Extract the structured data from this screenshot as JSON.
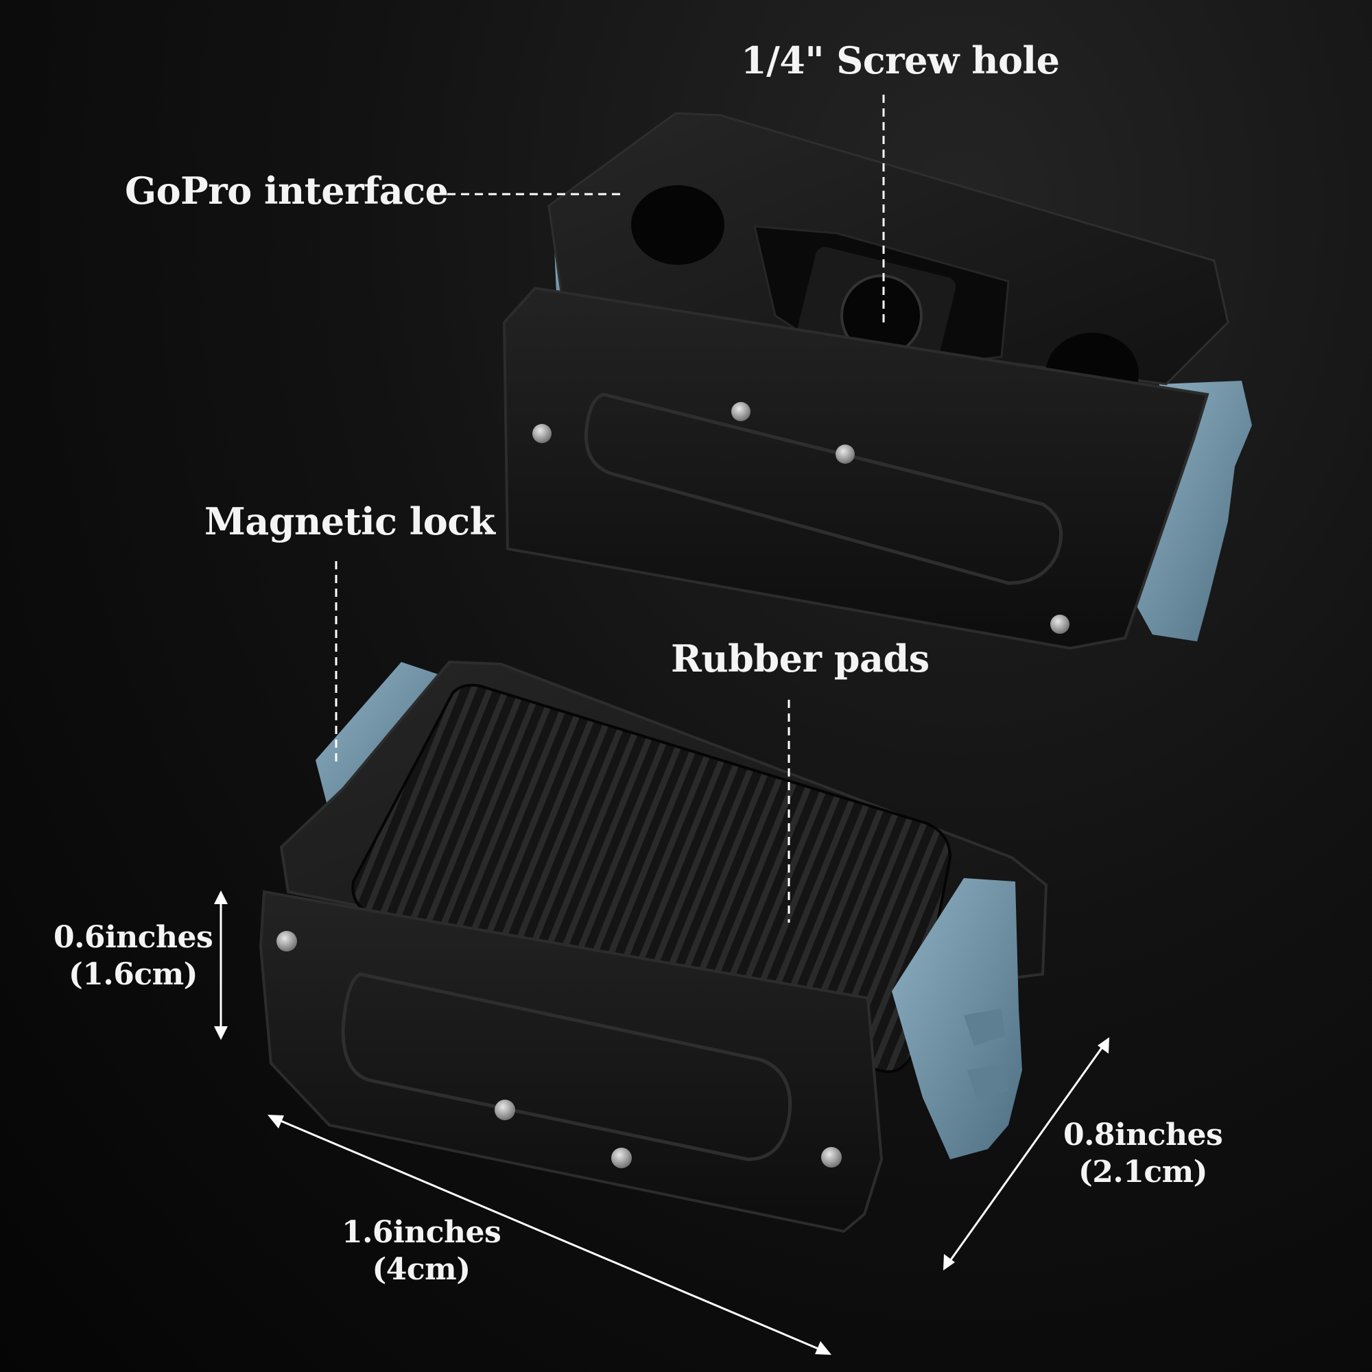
{
  "colors": {
    "background": "#0b0b0b",
    "body": "#151515",
    "body_edge": "#2a2a2a",
    "accent_blue": "#6f93a8",
    "label": "#f4f4f4"
  },
  "callouts": {
    "screw_hole": "1/4\" Screw hole",
    "gopro_interface": "GoPro interface",
    "magnetic_lock": "Magnetic lock",
    "rubber_pads": "Rubber pads"
  },
  "dimensions": {
    "height": {
      "value": "0.6",
      "unit": "inches",
      "metric": "(1.6cm)"
    },
    "length": {
      "value": "1.6",
      "unit": "inches",
      "metric": "(4cm)"
    },
    "width": {
      "value": "0.8",
      "unit": "inches",
      "metric": "(2.1cm)"
    }
  }
}
